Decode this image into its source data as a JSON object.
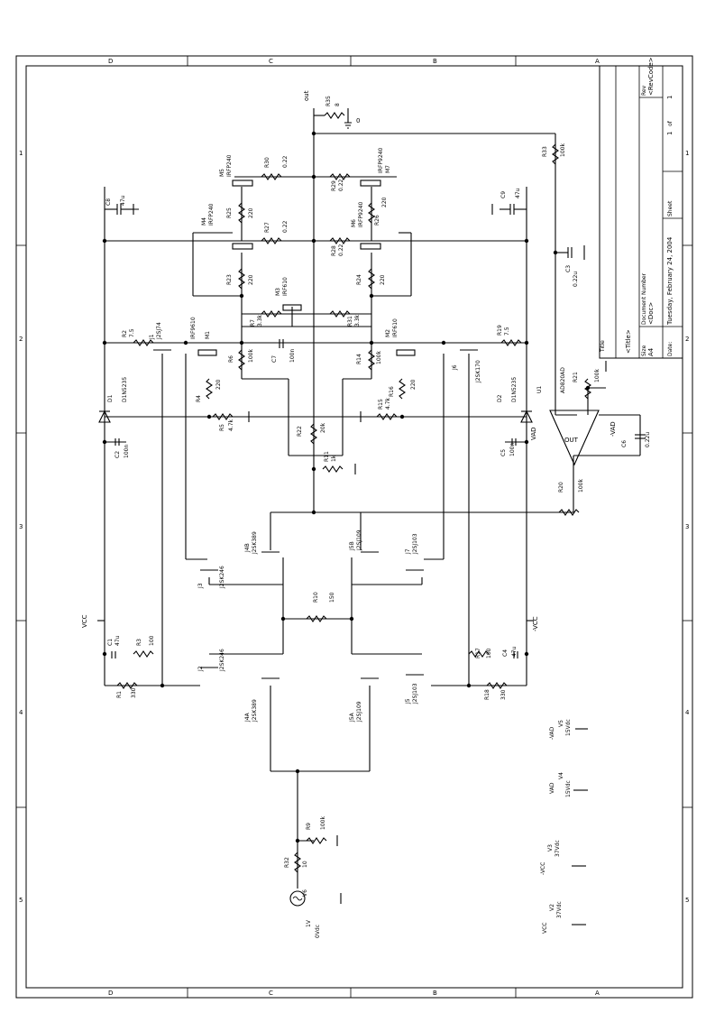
{
  "frame": {
    "zone_letters_top": [
      "D",
      "C",
      "B",
      "A"
    ],
    "zone_letters_bottom": [
      "D",
      "C",
      "B",
      "A"
    ],
    "zone_numbers": [
      "1",
      "2",
      "3",
      "4",
      "5"
    ]
  },
  "title_block": {
    "title_label": "Title",
    "title_value": "<Title>",
    "size_label": "Size",
    "size_value": "A4",
    "docnum_label": "Document Number",
    "docnum_value": "<Doc>",
    "rev_label": "Rev",
    "rev_value": "<RevCode>",
    "date_label": "Date:",
    "date_value": "Tuesday, February 24, 2004",
    "sheet_label": "Sheet",
    "sheet_value": "1",
    "of_label": "of",
    "of_value": "1"
  },
  "nets": {
    "out": "out",
    "vcc": "VCC",
    "nvcc": "-VCC",
    "vad": "VAD",
    "nvad": "-VAD",
    "gnd": "0",
    "opamp_out": "OUT"
  },
  "parts": {
    "R35": {
      "ref": "R35",
      "val": "8"
    },
    "R30": {
      "ref": "R30",
      "val": "0.22"
    },
    "R29": {
      "ref": "R29",
      "val": "0.22"
    },
    "R27": {
      "ref": "R27",
      "val": "0.22"
    },
    "R28": {
      "ref": "R28",
      "val": "0.22"
    },
    "R25": {
      "ref": "R25",
      "val": "220"
    },
    "R26": {
      "ref": "R26",
      "val": "220"
    },
    "R23": {
      "ref": "R23",
      "val": "220"
    },
    "R24": {
      "ref": "R24",
      "val": "220"
    },
    "R7": {
      "ref": "R7",
      "val": "3.3k"
    },
    "R31": {
      "ref": "R31",
      "val": "3.3k"
    },
    "R6": {
      "ref": "R6",
      "val": "100k"
    },
    "R14": {
      "ref": "R14",
      "val": "100k"
    },
    "R33": {
      "ref": "R33",
      "val": "100k"
    },
    "R2": {
      "ref": "R2",
      "val": "7.5"
    },
    "R19": {
      "ref": "R19",
      "val": "7.5"
    },
    "R4": {
      "ref": "R4",
      "val": "220"
    },
    "R16": {
      "ref": "R16",
      "val": "220"
    },
    "R5": {
      "ref": "R5",
      "val": "4.7k"
    },
    "R15": {
      "ref": "R15",
      "val": "4.7k"
    },
    "R22": {
      "ref": "R22",
      "val": "20k"
    },
    "R11": {
      "ref": "R11",
      "val": "1k"
    },
    "R21": {
      "ref": "R21",
      "val": "100k"
    },
    "R20": {
      "ref": "R20",
      "val": "100k"
    },
    "R10": {
      "ref": "R10",
      "val": "150"
    },
    "R3": {
      "ref": "R3",
      "val": "100"
    },
    "R17": {
      "ref": "R17",
      "val": "100"
    },
    "R1": {
      "ref": "R1",
      "val": "330"
    },
    "R18": {
      "ref": "R18",
      "val": "330"
    },
    "R9": {
      "ref": "R9",
      "val": "100k"
    },
    "R32": {
      "ref": "R32",
      "val": "10"
    },
    "C8": {
      "ref": "C8",
      "val": "47u"
    },
    "C9": {
      "ref": "C9",
      "val": "47u"
    },
    "C3": {
      "ref": "C3",
      "val": "0.22u"
    },
    "C7": {
      "ref": "C7",
      "val": "100n"
    },
    "C2": {
      "ref": "C2",
      "val": "100n"
    },
    "C5": {
      "ref": "C5",
      "val": "100n"
    },
    "C6": {
      "ref": "C6",
      "val": "0.22u"
    },
    "C1": {
      "ref": "C1",
      "val": "47u"
    },
    "C4": {
      "ref": "C4",
      "val": "47u"
    },
    "M5": {
      "ref": "M5",
      "val": "IRFP240"
    },
    "M4": {
      "ref": "M4",
      "val": "IRFP240"
    },
    "M7": {
      "ref": "M7",
      "val": "IRFP9240"
    },
    "M6": {
      "ref": "M6",
      "val": "IRFP9240"
    },
    "M3": {
      "ref": "M3",
      "val": "IRF610"
    },
    "M1": {
      "ref": "M1",
      "val": "IRF9610"
    },
    "M2": {
      "ref": "M2",
      "val": "IRF610"
    },
    "J1": {
      "ref": "J1",
      "val": "J2SJ74"
    },
    "J6": {
      "ref": "J6",
      "val": "J2SK170"
    },
    "D1": {
      "ref": "D1",
      "val": "D1N5235"
    },
    "D2": {
      "ref": "D2",
      "val": "D1N5235"
    },
    "U1": {
      "ref": "U1",
      "val": "AD820AD"
    },
    "J4B": {
      "ref": "J4B",
      "val": "J2SK389"
    },
    "J5B": {
      "ref": "J5B",
      "val": "J2SJ109"
    },
    "J7": {
      "ref": "J7",
      "val": "J2SJ103"
    },
    "J3": {
      "ref": "J3",
      "val": "J2SK246"
    },
    "J2": {
      "ref": "J2",
      "val": "J2SK246"
    },
    "J4A": {
      "ref": "J4A",
      "val": "J2SK389"
    },
    "J5A": {
      "ref": "J5A",
      "val": "J2SJ109"
    },
    "J5": {
      "ref": "J5",
      "val": "J2SJ103"
    },
    "V6": {
      "ref": "V6",
      "val": "1V",
      "extra": "0Vdc"
    },
    "V5": {
      "ref": "V5",
      "val": "15Vdc"
    },
    "V4": {
      "ref": "V4",
      "val": "15Vdc"
    },
    "V3": {
      "ref": "V3",
      "val": "37Vdc"
    },
    "V2": {
      "ref": "V2",
      "val": "37Vdc"
    }
  }
}
